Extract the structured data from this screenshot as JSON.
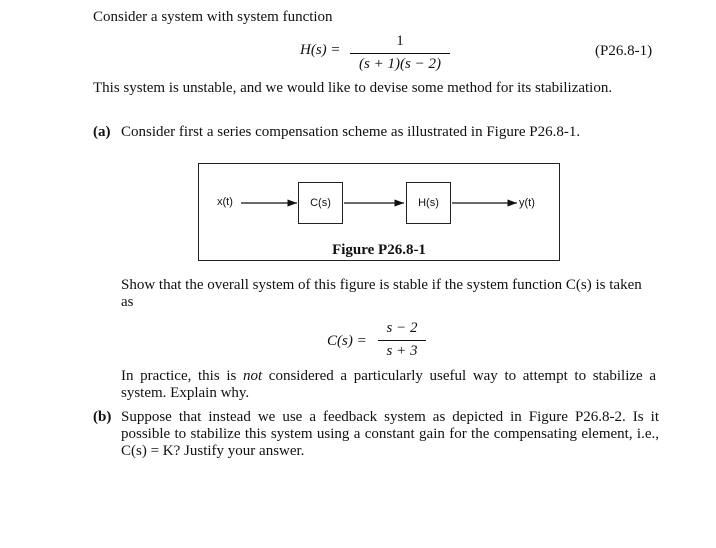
{
  "intro": "Consider a system with system function",
  "eq1": {
    "lhs": "H(s) =",
    "numerator": "1",
    "denominator": "(s + 1)(s − 2)",
    "number": "(P26.8-1)"
  },
  "paragraph": "This system is unstable, and we would like to devise some method for its stabilization.",
  "part_a": {
    "label": "(a)",
    "text": "Consider first a series compensation scheme as illustrated in Figure P26.8-1."
  },
  "figure": {
    "input": "x(t)",
    "block1": "C(s)",
    "block2": "H(s)",
    "output": "y(t)",
    "caption": "Figure P26.8-1"
  },
  "show_text": "Show that the overall system of this figure is stable if the system function C(s) is taken as",
  "eq2": {
    "lhs": "C(s) =",
    "numerator": "s − 2",
    "denominator": "s + 3"
  },
  "practice": {
    "before": "In practice, this is ",
    "emph": "not",
    "after": " considered a particularly useful way to attempt to stabilize a system. Explain why."
  },
  "part_b": {
    "label": "(b)",
    "text": "Suppose that instead we use a feedback system as depicted in Figure P26.8-2. Is it possible to stabilize this system using a constant gain for the compensating element, i.e., C(s) = K? Justify your answer."
  }
}
